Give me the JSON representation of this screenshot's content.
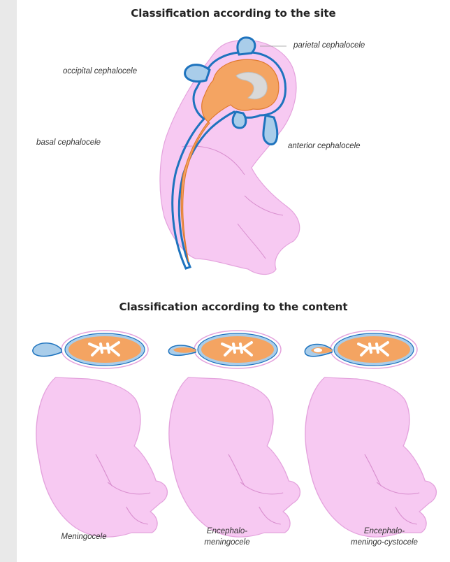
{
  "site_section": {
    "title": "Classification according to the site",
    "labels": {
      "parietal": "parietal cephalocele",
      "occipital": "occipital cephalocele",
      "basal": "basal cephalocele",
      "anterior": "anterior cephalocele"
    }
  },
  "content_section": {
    "title": "Classification according to the content",
    "captions": {
      "meningocele": "Meningocele",
      "encephalo_line1": "Encephalo-",
      "encephalo_line2": "meningocele",
      "cysto_line1": "Encephalo-",
      "cysto_line2": "meningo-cystocele"
    }
  },
  "colors": {
    "skin": "#f7c9f2",
    "skin_outline": "#e4a3dd",
    "meninges": "#1e73be",
    "brain": "#f4a462",
    "csf": "#a9cdea"
  }
}
